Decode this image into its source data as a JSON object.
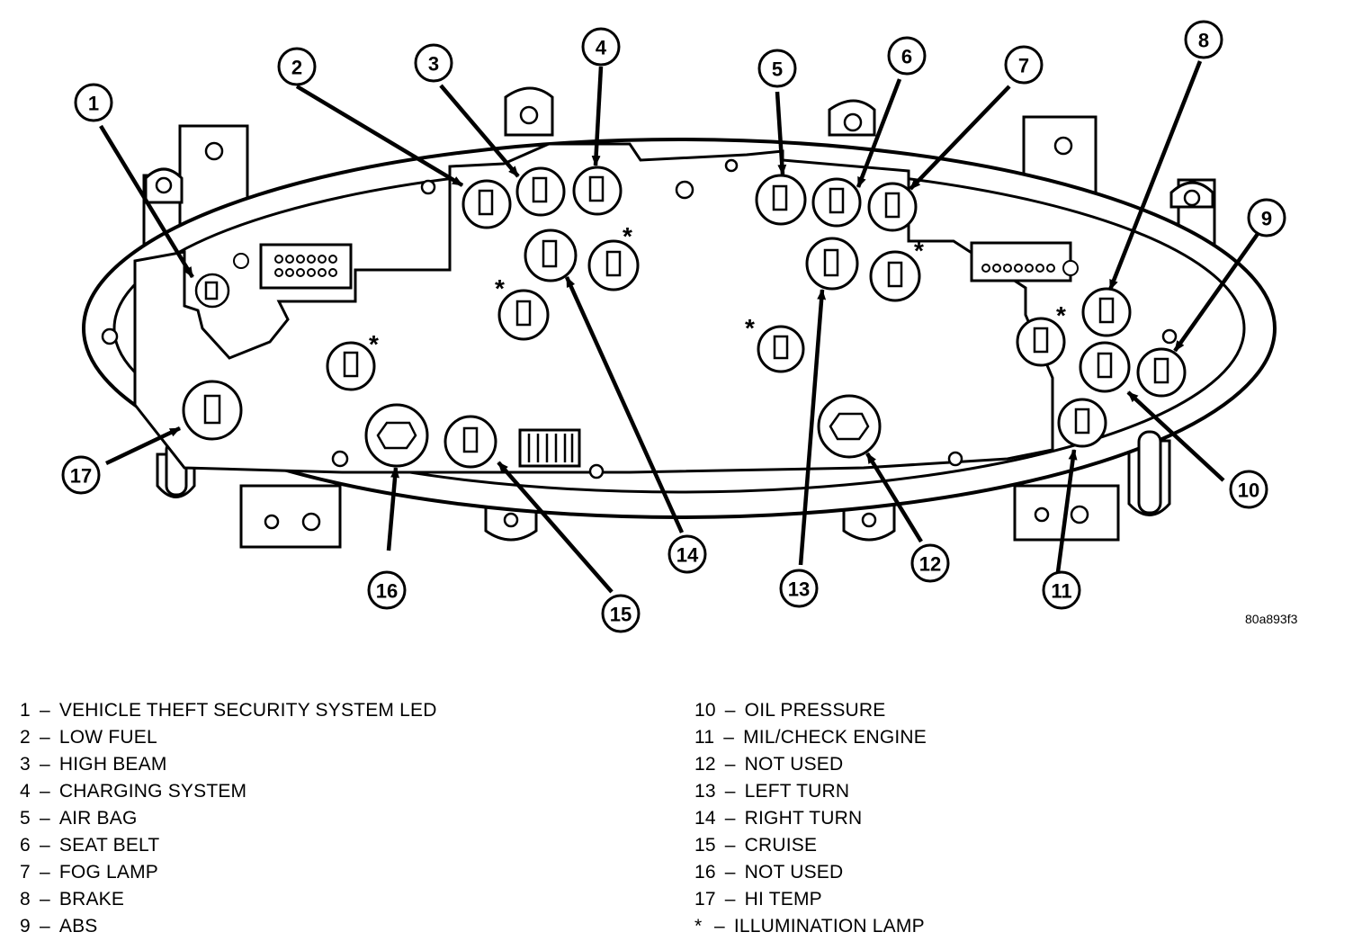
{
  "figure_ref": "80a893f3",
  "callouts": [
    "1",
    "2",
    "3",
    "4",
    "5",
    "6",
    "7",
    "8",
    "9",
    "10",
    "11",
    "12",
    "13",
    "14",
    "15",
    "16",
    "17"
  ],
  "asterisk": "*",
  "legend_left": [
    {
      "num": "1",
      "label": "VEHICLE THEFT SECURITY SYSTEM LED"
    },
    {
      "num": "2",
      "label": "LOW FUEL"
    },
    {
      "num": "3",
      "label": "HIGH BEAM"
    },
    {
      "num": "4",
      "label": "CHARGING SYSTEM"
    },
    {
      "num": "5",
      "label": "AIR BAG"
    },
    {
      "num": "6",
      "label": "SEAT BELT"
    },
    {
      "num": "7",
      "label": "FOG LAMP"
    },
    {
      "num": "8",
      "label": "BRAKE"
    },
    {
      "num": "9",
      "label": "ABS"
    }
  ],
  "legend_right": [
    {
      "num": "10",
      "label": "OIL PRESSURE"
    },
    {
      "num": "11",
      "label": "MIL/CHECK ENGINE"
    },
    {
      "num": "12",
      "label": "NOT USED"
    },
    {
      "num": "13",
      "label": "LEFT TURN"
    },
    {
      "num": "14",
      "label": "RIGHT TURN"
    },
    {
      "num": "15",
      "label": "CRUISE"
    },
    {
      "num": "16",
      "label": "NOT USED"
    },
    {
      "num": "17",
      "label": "HI TEMP"
    },
    {
      "num": "*",
      "label": "ILLUMINATION LAMP"
    }
  ]
}
